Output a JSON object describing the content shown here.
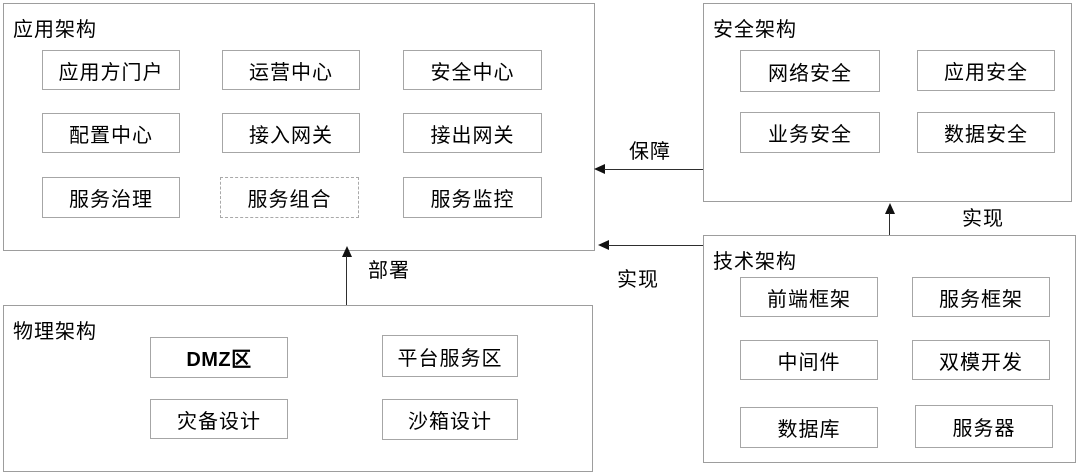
{
  "colors": {
    "background": "#ffffff",
    "panel_border": "#9d9d9d",
    "node_border": "#a6a6a6",
    "text": "#000000",
    "arrow": "#1a1a1a"
  },
  "sections": {
    "application": {
      "title": "应用架构",
      "items": {
        "portal": "应用方门户",
        "operations_center": "运营中心",
        "security_center": "安全中心",
        "config_center": "配置中心",
        "inbound_gateway": "接入网关",
        "outbound_gateway": "接出网关",
        "service_governance": "服务治理",
        "service_composition": "服务组合",
        "service_monitoring": "服务监控"
      }
    },
    "security": {
      "title": "安全架构",
      "items": {
        "network_security": "网络安全",
        "application_security": "应用安全",
        "business_security": "业务安全",
        "data_security": "数据安全"
      }
    },
    "technical": {
      "title": "技术架构",
      "items": {
        "frontend_framework": "前端框架",
        "service_framework": "服务框架",
        "middleware": "中间件",
        "dual_mode_dev": "双模开发",
        "database": "数据库",
        "server": "服务器"
      }
    },
    "physical": {
      "title": "物理架构",
      "items": {
        "dmz_zone": "DMZ区",
        "platform_service_zone": "平台服务区",
        "disaster_recovery_design": "灾备设计",
        "sandbox_design": "沙箱设计"
      }
    }
  },
  "arrows": {
    "guarantee": {
      "label": "保障"
    },
    "implement_to_app": {
      "label": "实现"
    },
    "deploy": {
      "label": "部署"
    },
    "implement_to_security": {
      "label": "实现"
    }
  }
}
